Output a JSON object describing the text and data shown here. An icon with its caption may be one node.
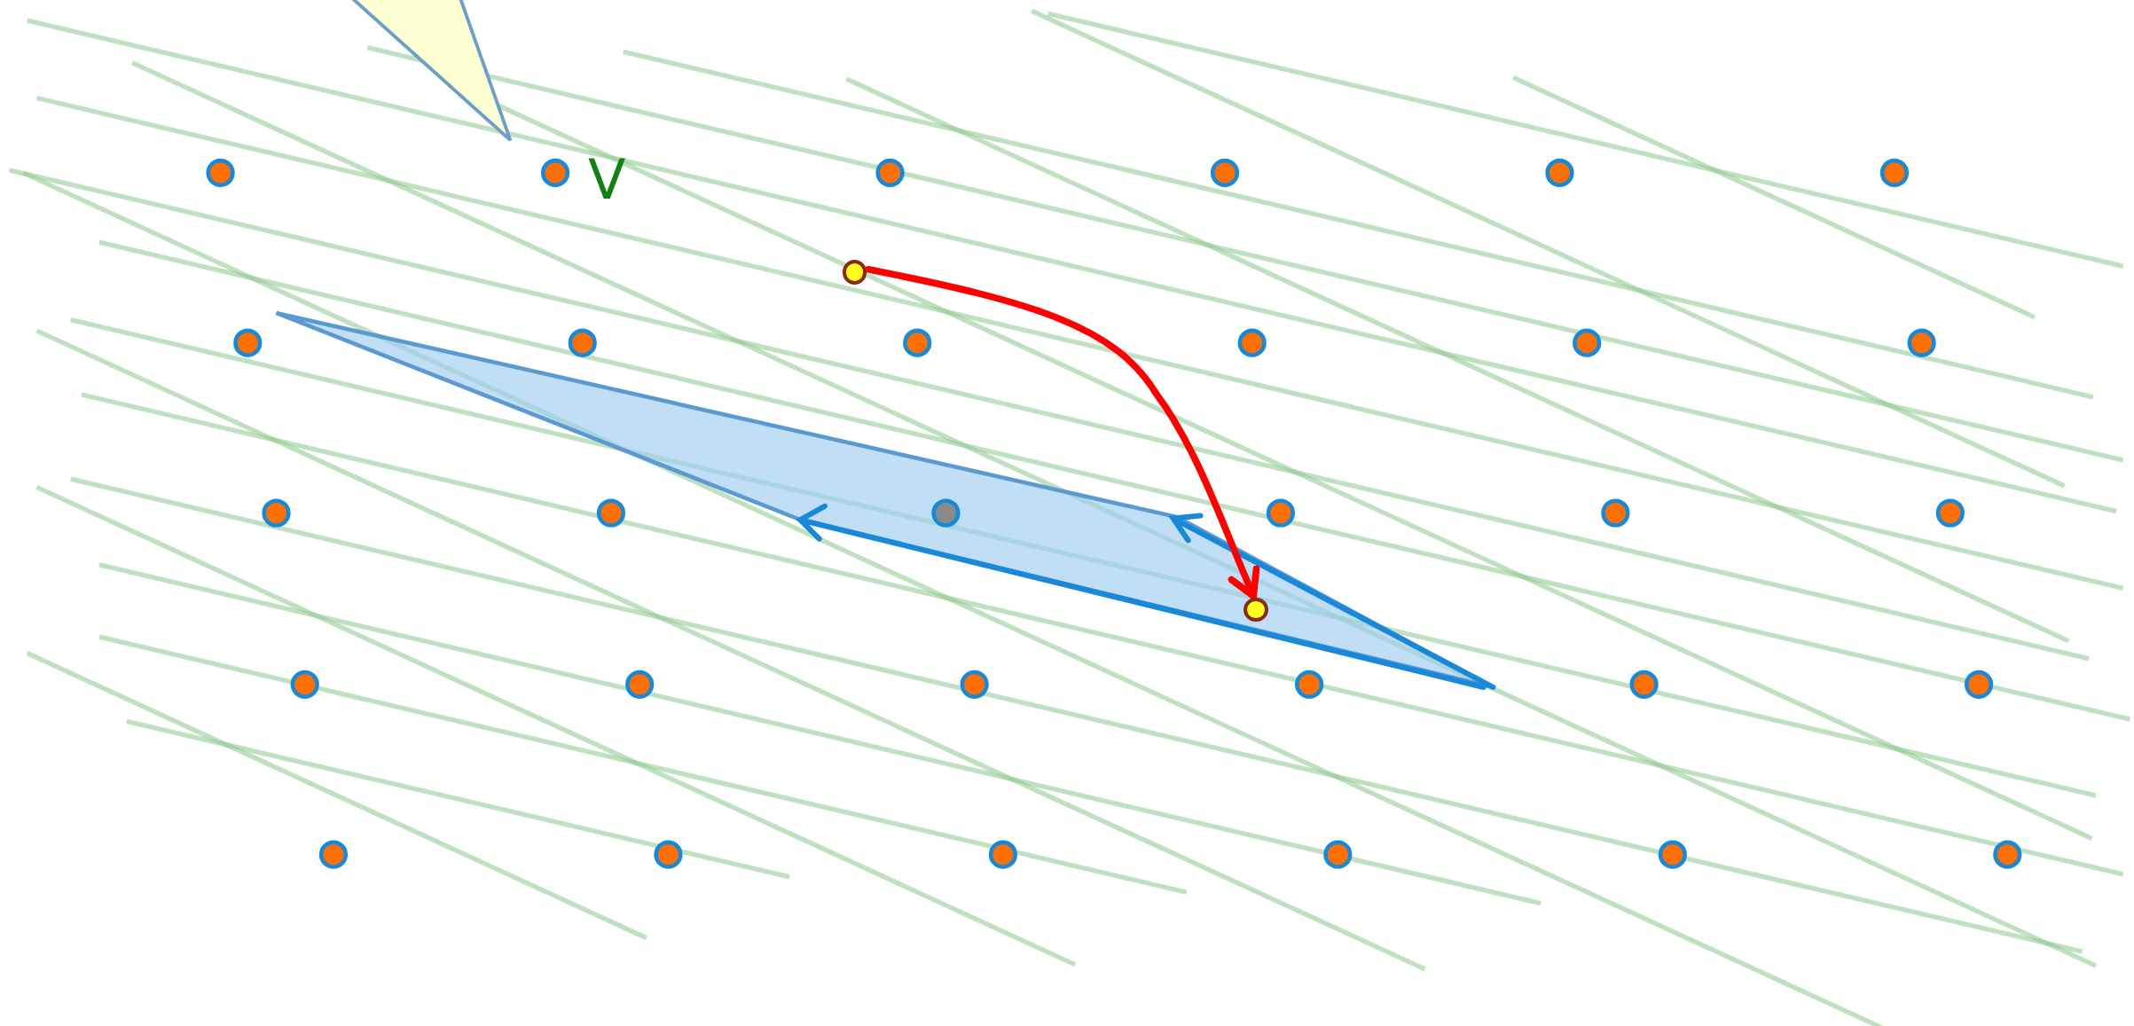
{
  "diagram": {
    "nodes": [
      {
        "text": [],
        "shape": "circle"
      },
      {
        "text": [],
        "shape": "circle"
      }
    ],
    "edges": [
      {
        "from": 0,
        "to": 1,
        "arrow": "to"
      }
    ],
    "labels": [
      "V"
    ]
  }
}
